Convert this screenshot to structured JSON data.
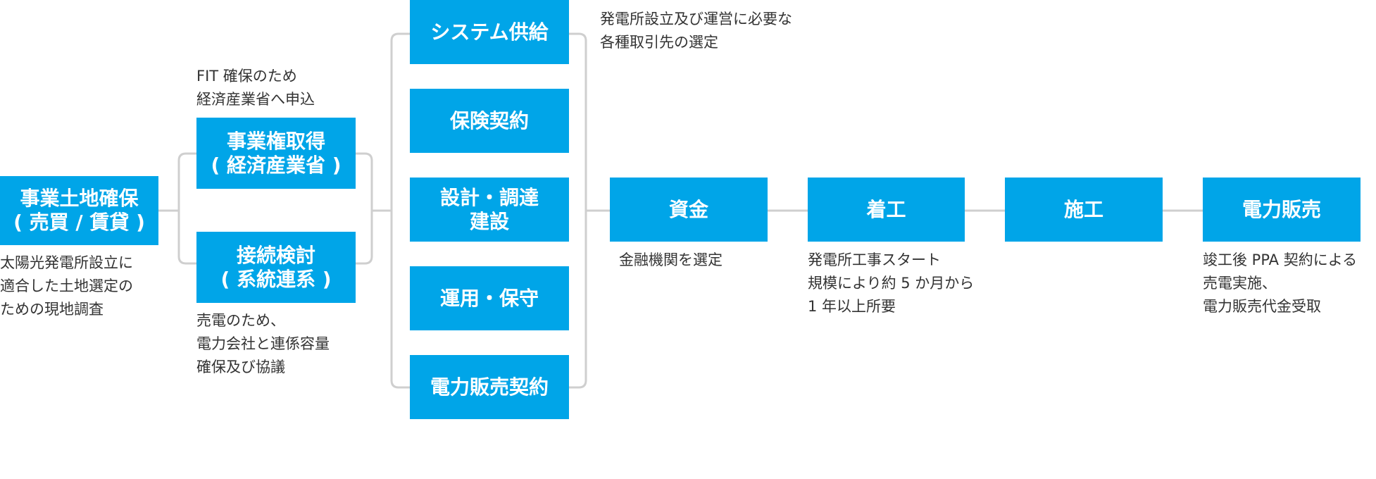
{
  "colors": {
    "box": "#00a5e8",
    "line": "#cfcfcf",
    "text": "#333333"
  },
  "boxes": {
    "land": [
      "事業土地確保",
      "( 売買 / 賃貸 )"
    ],
    "rights": [
      "事業権取得",
      "( 経済産業省 )"
    ],
    "grid": [
      "接続検討",
      "( 系統連系 )"
    ],
    "system": [
      "システム供給"
    ],
    "insurance": [
      "保険契約"
    ],
    "design": [
      "設計・調達",
      "建設"
    ],
    "operation": [
      "運用・保守"
    ],
    "ppa": [
      "電力販売契約"
    ],
    "funding": [
      "資金"
    ],
    "start": [
      "着工"
    ],
    "construction": [
      "施工"
    ],
    "sales": [
      "電力販売"
    ]
  },
  "notes": {
    "land": [
      "太陽光発電所設立に",
      "適合した土地選定の",
      "ための現地調査"
    ],
    "rights": [
      "FIT 確保のため",
      "経済産業省へ申込"
    ],
    "grid": [
      "売電のため、",
      "電力会社と連係容量",
      "確保及び協議"
    ],
    "system": [
      "発電所設立及び運営に必要な",
      "各種取引先の選定"
    ],
    "funding": [
      "金融機関を選定"
    ],
    "start": [
      "発電所工事スタート",
      "規模により約 5 か月から",
      "1 年以上所要"
    ],
    "sales": [
      "竣工後 PPA 契約による",
      "売電実施、",
      "電力販売代金受取"
    ]
  }
}
